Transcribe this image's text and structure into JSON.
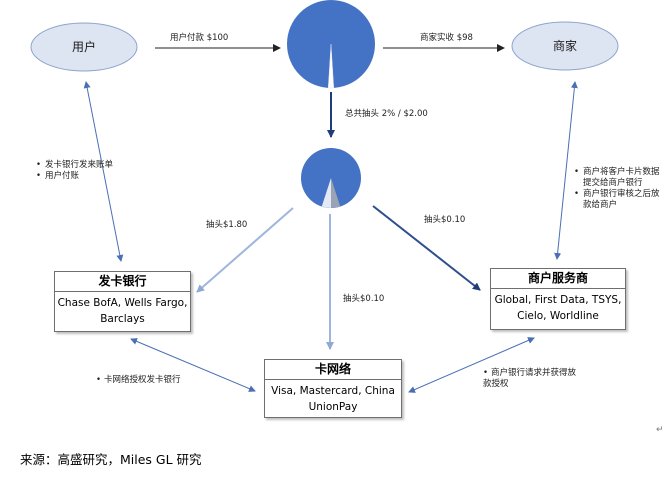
{
  "nodes": {
    "user": "用户",
    "merchant": "商家",
    "issuer": {
      "title": "发卡银行",
      "body": "Chase BofA, Wells Fargo, Barclays"
    },
    "acquirer": {
      "title": "商户服务商",
      "body": "Global, First Data, TSYS, Cielo, Worldline"
    },
    "network": {
      "title": "卡网络",
      "body": "Visa, Mastercard, China UnionPay"
    }
  },
  "flows": {
    "user_payment": "用户付款 $100",
    "merchant_receipt": "商家实收 $98",
    "total_fee": "总共抽头  2% / $2.00",
    "issuer_fee": "抽头$1.80",
    "network_fee": "抽头$0.10",
    "acquirer_fee": "抽头$0.10"
  },
  "notes": {
    "issuer_user": [
      "发卡银行发来账单",
      "用户付账"
    ],
    "merchant_acquirer": [
      "商户将客户卡片数据提交给商户银行",
      "商户银行审核之后放款给商户"
    ],
    "network_issuer": "卡网络授权发卡银行",
    "acquirer_network": "商户银行请求并获得放款授权"
  },
  "pie_main": {
    "total": 100,
    "fee": 2
  },
  "pie_small": {
    "issuer_share": 1.8,
    "network_share": 0.1,
    "acquirer_share": 0.1
  },
  "source": "来源：高盛研究，Miles GL 研究",
  "colors": {
    "pie_blue": "#4472c4",
    "arrow_dark": "#2f4e8f",
    "arrow_light": "#9fb6dc",
    "ellipse_fill": "#dde4f2",
    "ellipse_stroke": "#8ea4cc"
  }
}
